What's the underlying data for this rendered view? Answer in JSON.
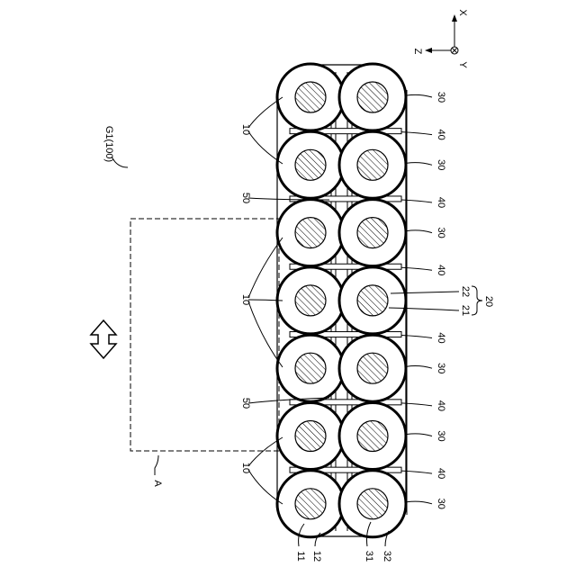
{
  "figure": {
    "figure_label": "G1(100)",
    "region_label": "A",
    "axes": {
      "x": "X",
      "y": "Y",
      "z": "Z"
    },
    "columns": [
      {
        "label": "30",
        "spacer_label": "40"
      },
      {
        "label": "30",
        "spacer_label": "40"
      },
      {
        "label": "30",
        "spacer_label": "40"
      },
      {
        "label": "",
        "spacer_label": "40"
      },
      {
        "label": "30",
        "spacer_label": "40"
      },
      {
        "label": "30",
        "spacer_label": "40"
      },
      {
        "label": "30",
        "spacer_label": ""
      }
    ],
    "left_labels": {
      "group_a": "10",
      "group_b": "10",
      "group_c": "10",
      "sheet_a": "50",
      "sheet_b": "50"
    },
    "part_labels": {
      "p11": "11",
      "p12": "12",
      "p31": "31",
      "p32": "32",
      "p21": "21",
      "p22": "22",
      "p20": "20"
    }
  }
}
